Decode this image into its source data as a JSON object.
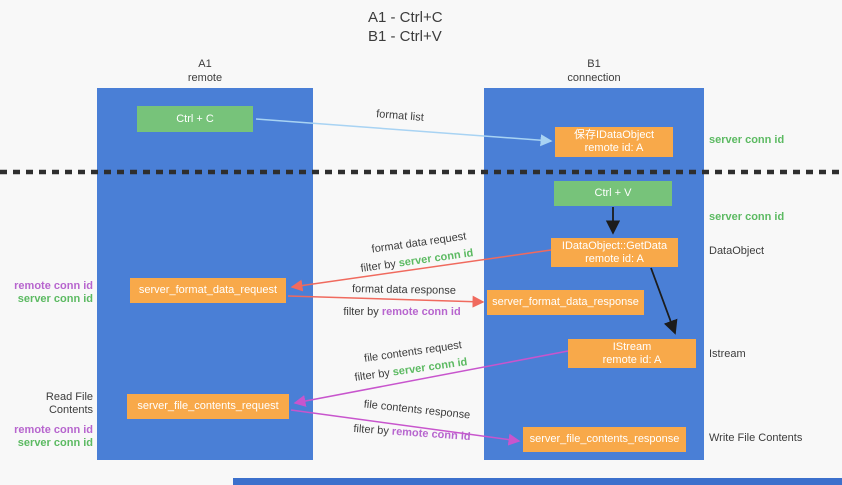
{
  "title": {
    "line1": "A1 - Ctrl+C",
    "line2": "B1 - Ctrl+V"
  },
  "columns": {
    "a1": {
      "title": "A1",
      "subtitle": "remote"
    },
    "b1": {
      "title": "B1",
      "subtitle": "connection"
    }
  },
  "nodes": {
    "ctrl_c": {
      "label": "Ctrl + C"
    },
    "save_idataobject": {
      "line1": "保存IDataObject",
      "line2": "remote id: A"
    },
    "ctrl_v": {
      "label": "Ctrl + V"
    },
    "idataobject_getdata": {
      "line1": "IDataObject::GetData",
      "line2": "remote id: A"
    },
    "server_format_data_request": {
      "label": "server_format_data_request"
    },
    "server_format_data_response": {
      "label": "server_format_data_response"
    },
    "istream": {
      "line1": "IStream",
      "line2": "remote id: A"
    },
    "server_file_contents_request": {
      "label": "server_file_contents_request"
    },
    "server_file_contents_response": {
      "label": "server_file_contents_response"
    }
  },
  "edge_labels": {
    "format_list": "format list",
    "format_data_request": "format data request",
    "format_data_request_filter_prefix": "filter by ",
    "format_data_request_filter_key": "server conn id",
    "format_data_response": "format data response",
    "format_data_response_filter_prefix": "filter by ",
    "format_data_response_filter_key": "remote conn id",
    "file_contents_request": "file contents request",
    "file_contents_request_filter_prefix": "filter by ",
    "file_contents_request_filter_key": "server conn id",
    "file_contents_response": "file contents response",
    "file_contents_response_filter_prefix": "filter by ",
    "file_contents_response_filter_key": "remote conn id"
  },
  "side_labels": {
    "left_format": {
      "remote": "remote conn id",
      "server": "server conn id"
    },
    "left_file": {
      "title": "Read File Contents",
      "remote": "remote conn id",
      "server": "server conn id"
    },
    "right_save": "server conn id",
    "right_ctrlv": "server conn id",
    "right_dataobject": "DataObject",
    "right_istream": "Istream",
    "right_write": "Write File Contents"
  },
  "colors": {
    "column_blue": "#4a7fd6",
    "node_green": "#77c37a",
    "node_orange": "#f8a94a",
    "arrow_red": "#f06a5e",
    "arrow_magenta": "#c855cd",
    "arrow_lightblue": "#a8d3f3",
    "arrow_black": "#1c1c1c",
    "label_green": "#5cba62",
    "label_purple": "#b765ce",
    "text_dark": "#3c3c3c"
  }
}
